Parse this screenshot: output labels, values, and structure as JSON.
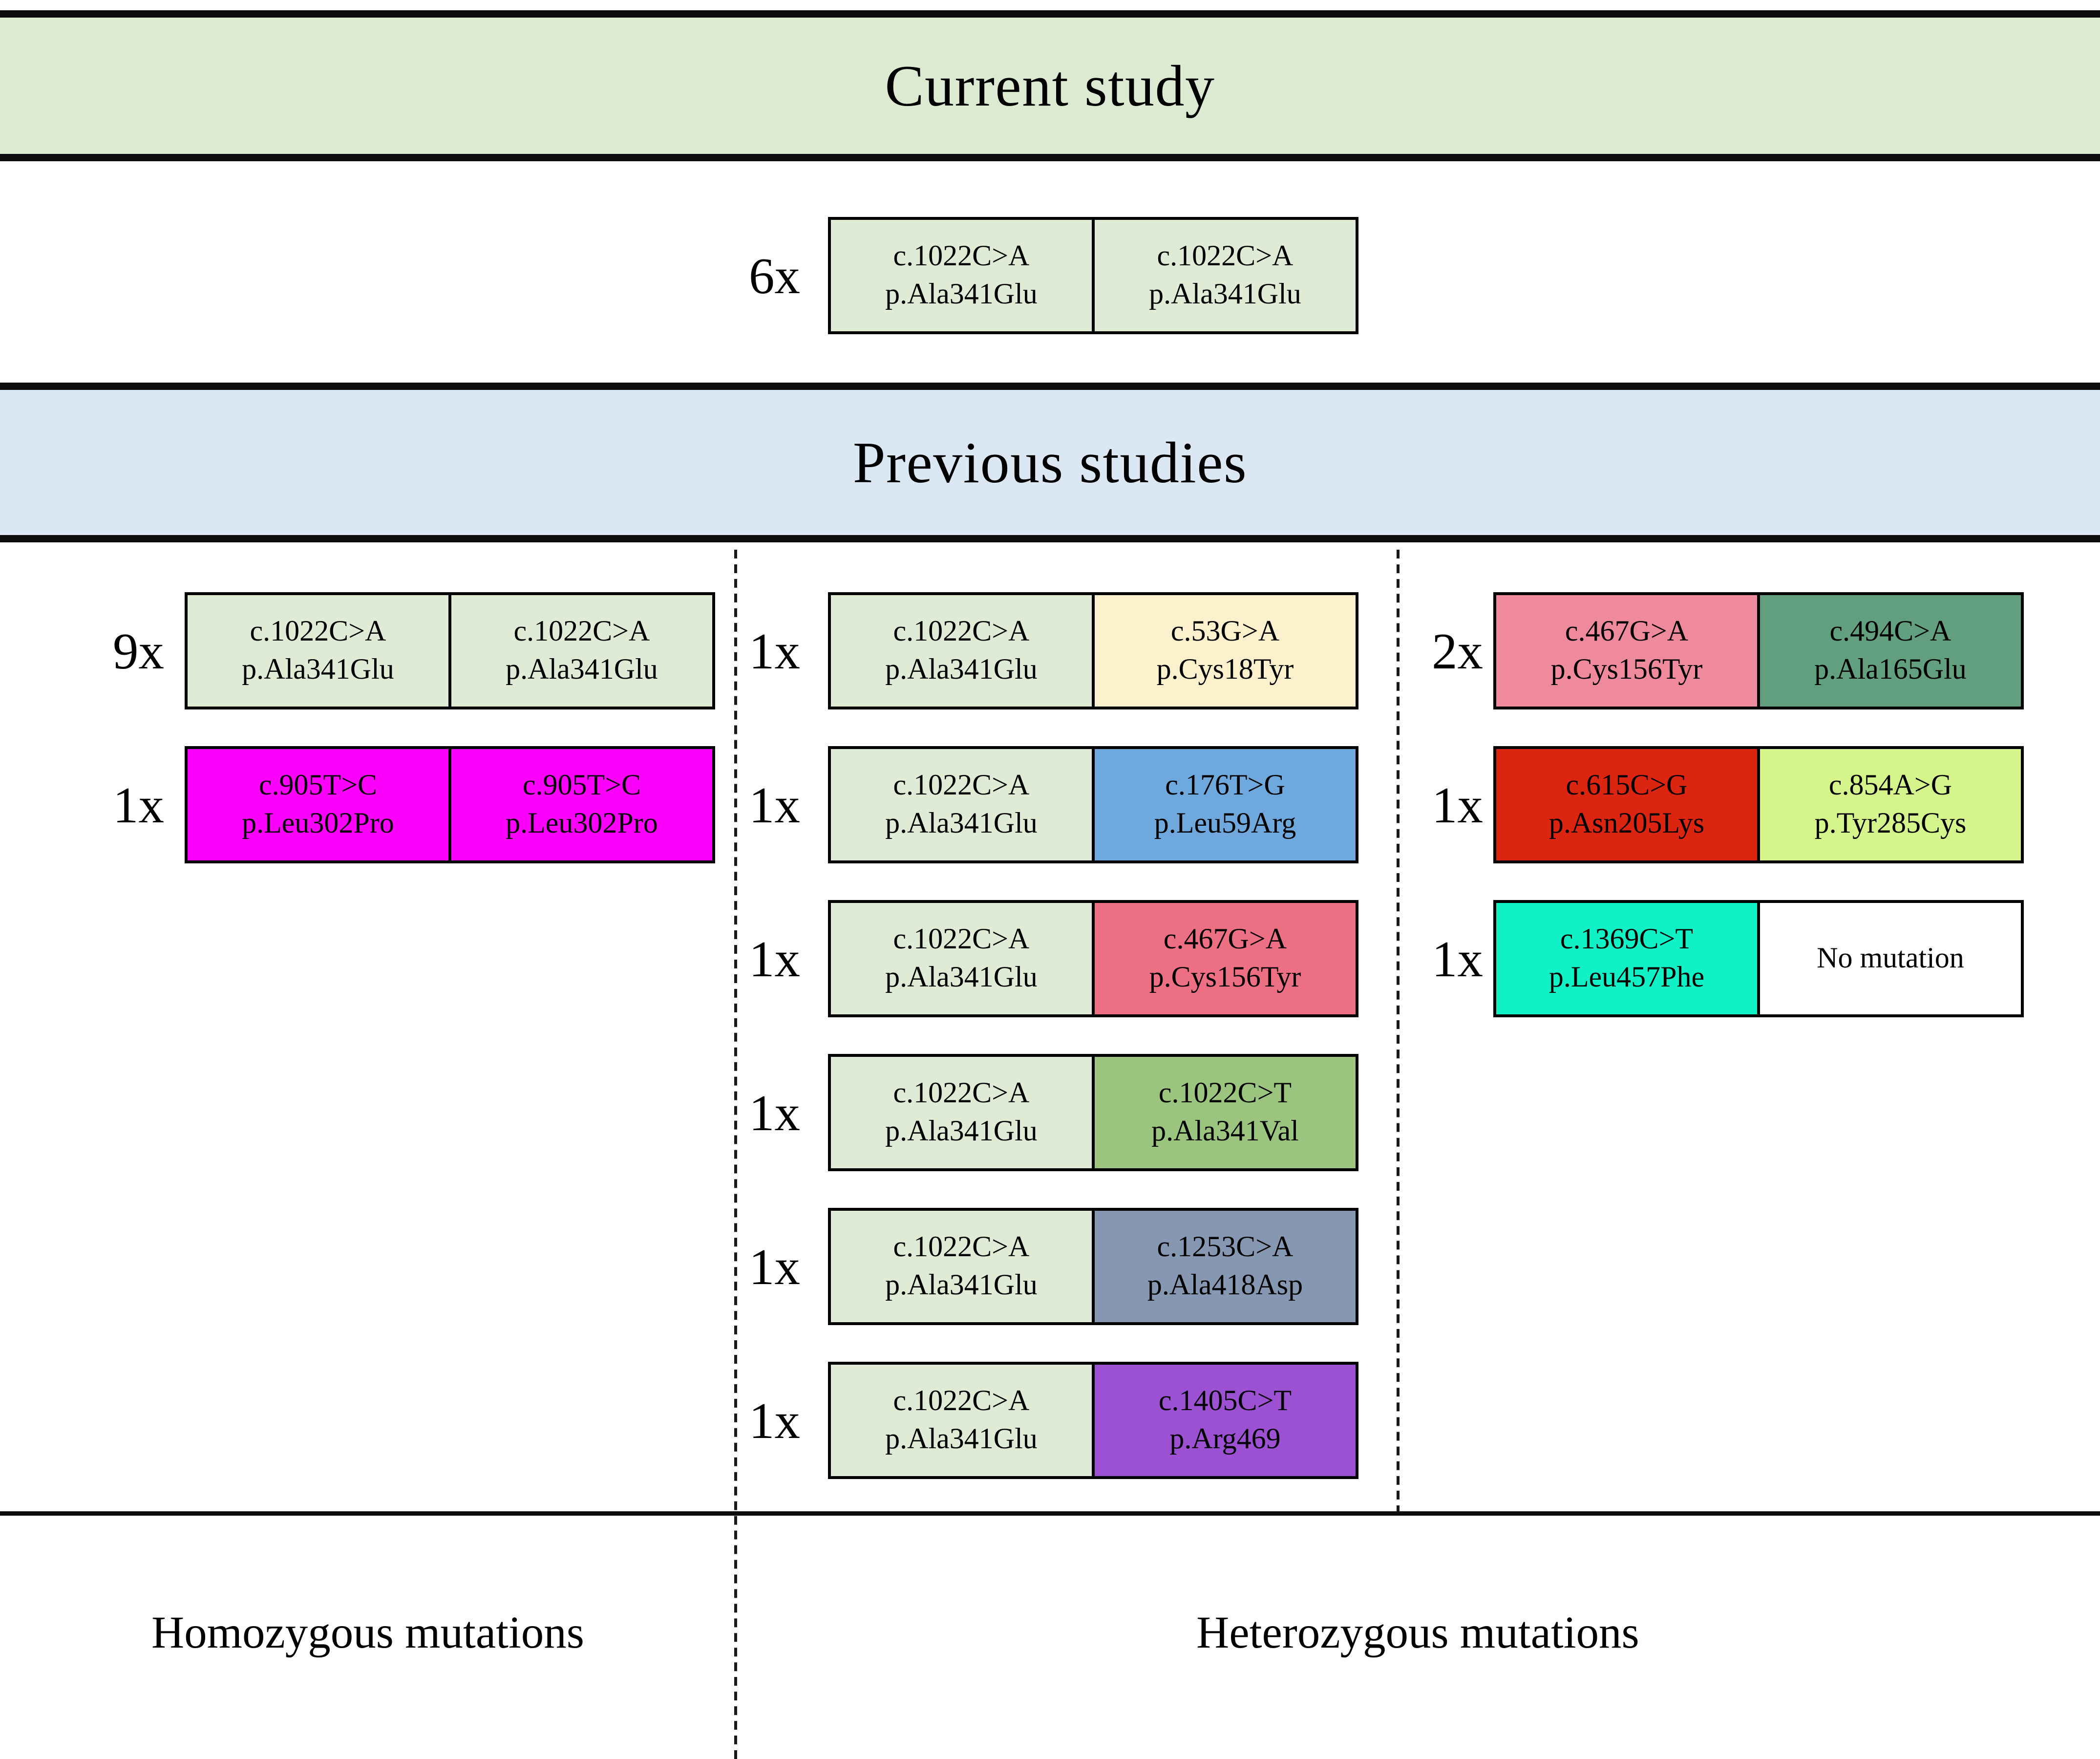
{
  "title_top": "Current study",
  "title_middle": "Previous studies",
  "footer": {
    "homozygous": "Homozygous mutations",
    "heterozygous": "Heterozygous mutations"
  },
  "palette": {
    "banner_green": "#ddead2",
    "banner_blue": "#dce7f4",
    "light_green": "#e0ebd6",
    "magenta": "#fb00fb",
    "cream": "#fcf0cd",
    "blue": "#6fa8dc",
    "rose": "#ec6f83",
    "light_pink": "#ef8a9d",
    "sea_green": "#619f7f",
    "red": "#dc2511",
    "lime": "#d5f48c",
    "turquoise": "#10f2c5",
    "medium_green": "#9bc57f",
    "blue_gray": "#8597b1",
    "purple": "#9b51d1",
    "white": "#ffffff"
  },
  "current_study": {
    "rows": [
      {
        "count": "6x",
        "cells": [
          {
            "l1": "c.1022C>A",
            "l2": "p.Ala341Glu",
            "color": "light_green"
          },
          {
            "l1": "c.1022C>A",
            "l2": "p.Ala341Glu",
            "color": "light_green"
          }
        ]
      }
    ]
  },
  "previous_studies": {
    "homozygous_rows": [
      {
        "count": "9x",
        "cells": [
          {
            "l1": "c.1022C>A",
            "l2": "p.Ala341Glu",
            "color": "light_green"
          },
          {
            "l1": "c.1022C>A",
            "l2": "p.Ala341Glu",
            "color": "light_green"
          }
        ]
      },
      {
        "count": "1x",
        "cells": [
          {
            "l1": "c.905T>C",
            "l2": "p.Leu302Pro",
            "color": "magenta"
          },
          {
            "l1": "c.905T>C",
            "l2": "p.Leu302Pro",
            "color": "magenta"
          }
        ]
      }
    ],
    "heterozygous_middle_rows": [
      {
        "count": "1x",
        "cells": [
          {
            "l1": "c.1022C>A",
            "l2": "p.Ala341Glu",
            "color": "light_green"
          },
          {
            "l1": "c.53G>A",
            "l2": "p.Cys18Tyr",
            "color": "cream"
          }
        ]
      },
      {
        "count": "1x",
        "cells": [
          {
            "l1": "c.1022C>A",
            "l2": "p.Ala341Glu",
            "color": "light_green"
          },
          {
            "l1": "c.176T>G",
            "l2": "p.Leu59Arg",
            "color": "blue"
          }
        ]
      },
      {
        "count": "1x",
        "cells": [
          {
            "l1": "c.1022C>A",
            "l2": "p.Ala341Glu",
            "color": "light_green"
          },
          {
            "l1": "c.467G>A",
            "l2": "p.Cys156Tyr",
            "color": "rose"
          }
        ]
      },
      {
        "count": "1x",
        "cells": [
          {
            "l1": "c.1022C>A",
            "l2": "p.Ala341Glu",
            "color": "light_green"
          },
          {
            "l1": "c.1022C>T",
            "l2": "p.Ala341Val",
            "color": "medium_green"
          }
        ]
      },
      {
        "count": "1x",
        "cells": [
          {
            "l1": "c.1022C>A",
            "l2": "p.Ala341Glu",
            "color": "light_green"
          },
          {
            "l1": "c.1253C>A",
            "l2": "p.Ala418Asp",
            "color": "blue_gray"
          }
        ]
      },
      {
        "count": "1x",
        "cells": [
          {
            "l1": "c.1022C>A",
            "l2": "p.Ala341Glu",
            "color": "light_green"
          },
          {
            "l1": "c.1405C>T",
            "l2": "p.Arg469",
            "color": "purple"
          }
        ]
      }
    ],
    "heterozygous_right_rows": [
      {
        "count": "2x",
        "cells": [
          {
            "l1": "c.467G>A",
            "l2": "p.Cys156Tyr",
            "color": "light_pink"
          },
          {
            "l1": "c.494C>A",
            "l2": "p.Ala165Glu",
            "color": "sea_green"
          }
        ]
      },
      {
        "count": "1x",
        "cells": [
          {
            "l1": "c.615C>G",
            "l2": "p.Asn205Lys",
            "color": "red"
          },
          {
            "l1": "c.854A>G",
            "l2": "p.Tyr285Cys",
            "color": "lime"
          }
        ]
      },
      {
        "count": "1x",
        "cells": [
          {
            "l1": "c.1369C>T",
            "l2": "p.Leu457Phe",
            "color": "turquoise"
          },
          {
            "l1": "No mutation",
            "l2": "",
            "color": "white"
          }
        ]
      }
    ]
  }
}
